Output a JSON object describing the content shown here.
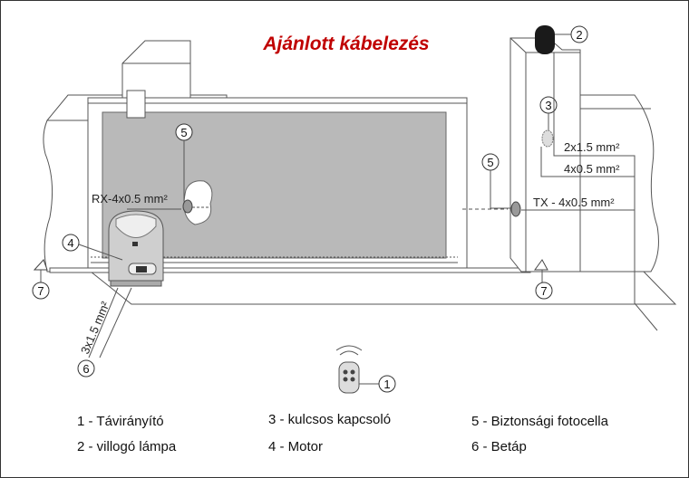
{
  "title": "Ajánlott kábelezés",
  "colors": {
    "title": "#c00000",
    "panel": "#b9b9b9",
    "frame": "#555555"
  },
  "cable_labels": {
    "lamp": "2x1.5 mm²",
    "key_switch": "4x0.5 mm²",
    "tx": "TX - 4x0.5 mm²",
    "rx": "RX-4x0.5 mm²",
    "power": "3x1.5 mm²"
  },
  "callouts": {
    "remote": "1",
    "lamp": "2",
    "key": "3",
    "motor": "4",
    "photo": "5",
    "power": "6",
    "stop": "7"
  },
  "legend": [
    {
      "text": "1 - Távirányító"
    },
    {
      "text": "2 - villogó lámpa"
    },
    {
      "text": "3 - kulcsos kapcsoló"
    },
    {
      "text": "4 - Motor"
    },
    {
      "text": "5 - Biztonsági fotocella"
    },
    {
      "text": "6 - Betáp"
    }
  ]
}
